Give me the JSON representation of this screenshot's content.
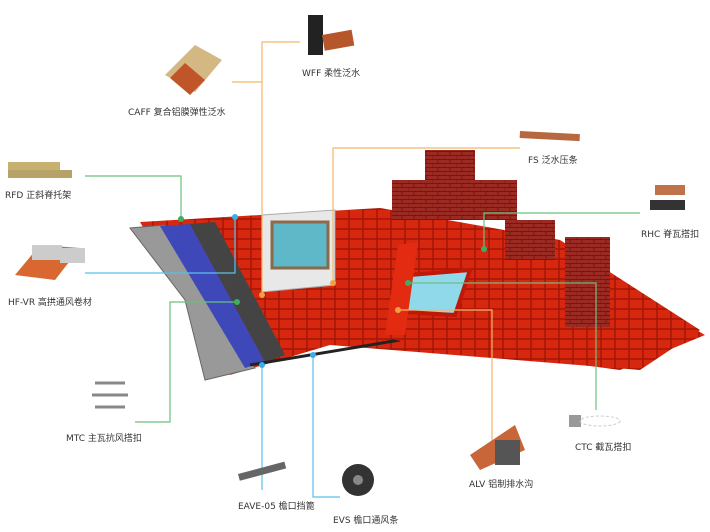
{
  "title": "Roof accessories diagram",
  "colors": {
    "tile": "#d8270f",
    "orange_line": "#f5b66b",
    "green_line": "#6cc07e",
    "blue_line": "#5bc0eb"
  },
  "labels": {
    "wff": "WFF 柔性泛水",
    "caff": "CAFF 复合铝膜弹性泛水",
    "fs": "FS 泛水压条",
    "rfd": "RFD 正斜脊托架",
    "rhc": "RHC 脊瓦搭扣",
    "hfvr": "HF-VR 高拱通风卷材",
    "mtc": "MTC 主瓦抗风搭扣",
    "ctc": "CTC 截瓦搭扣",
    "alv": "ALV 铝制排水沟",
    "eave": "EAVE-05 檐口挡篦",
    "evs": "EVS 檐口通风条"
  }
}
